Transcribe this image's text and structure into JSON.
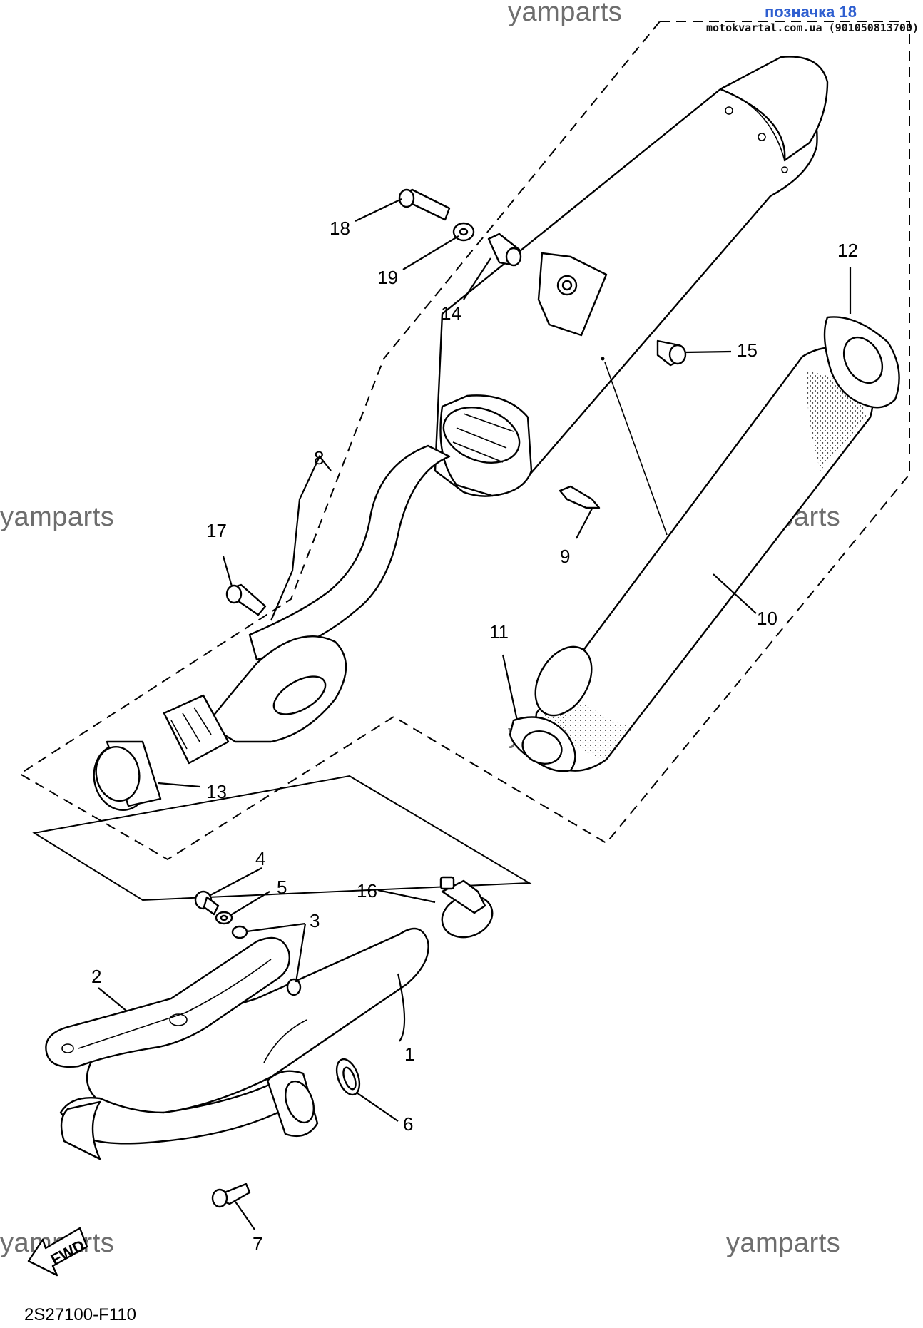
{
  "header": {
    "title": "позначка 18",
    "source": "motokvartal.com.ua (901050813700)"
  },
  "watermarks": [
    "yamparts",
    "yamparts",
    "yamparts",
    "yamparts",
    "yamparts",
    "yamparts",
    "yamparts"
  ],
  "callouts": [
    "1",
    "2",
    "3",
    "4",
    "5",
    "6",
    "7",
    "8",
    "9",
    "10",
    "11",
    "12",
    "13",
    "14",
    "15",
    "16",
    "17",
    "18",
    "19"
  ],
  "fwd_label": "FWD",
  "diagram_code": "2S27100-F110"
}
